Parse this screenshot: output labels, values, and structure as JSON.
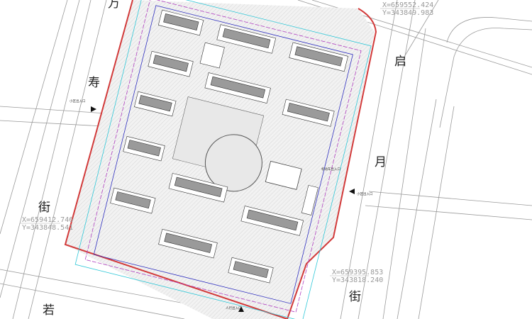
{
  "streets": {
    "left": [
      "万",
      "寿",
      "街"
    ],
    "right": [
      "启",
      "月",
      "街"
    ],
    "bottom": [
      "若"
    ]
  },
  "coordinates": [
    {
      "x": "X=659552.424",
      "y": "Y=343849.983"
    },
    {
      "x": "X=659412.746",
      "y": "Y=343848.541"
    },
    {
      "x": "X=659395.853",
      "y": "Y=343818.240"
    }
  ],
  "entrances": {
    "west": "小区出入口",
    "east": "小区出入口",
    "vehicle": "机动车出入口",
    "pedestrian": "人行出入口"
  },
  "colors": {
    "boundary": "#d23a3a",
    "setback": "#30c8d8",
    "road_line": "#8a8a8a",
    "building": "#9a9a9a",
    "purple_line": "#b040c0",
    "blue_line": "#3030c0"
  }
}
